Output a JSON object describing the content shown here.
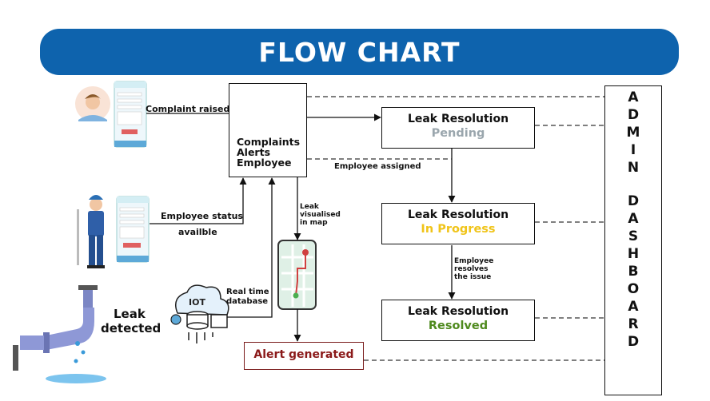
{
  "banner": {
    "title": "FLOW CHART",
    "color": "#0e63ad"
  },
  "hub": {
    "label": "Complaints\nAlerts\nEmployee",
    "icon": "database-gear-icon"
  },
  "statuses": [
    {
      "title": "Leak Resolution",
      "state": "Pending",
      "state_color": "#9aa6ad"
    },
    {
      "title": "Leak Resolution",
      "state": "In Progress",
      "state_color": "#f0c419"
    },
    {
      "title": "Leak Resolution",
      "state": "Resolved",
      "state_color": "#4f8a1e"
    }
  ],
  "admin": {
    "letters": [
      "A",
      "D",
      "M",
      "I",
      "N",
      "",
      "D",
      "A",
      "S",
      "H",
      "B",
      "O",
      "A",
      "R",
      "D"
    ],
    "icon": "monitor-analytics-icon"
  },
  "alert": {
    "label": "Alert generated",
    "color": "#8b1a1a"
  },
  "labels": {
    "complaint_raised": "Complaint raised",
    "employee_status_1": "Employee status",
    "employee_status_2": "availble",
    "leak": "Leak",
    "detected": "detected",
    "realtime_1": "Real time",
    "realtime_2": "database",
    "leak_visualised_1": "Leak",
    "leak_visualised_2": "visualised",
    "leak_visualised_3": "in map",
    "employee_assigned": "Employee assigned",
    "employee_resolves_1": "Employee",
    "employee_resolves_2": "resolves",
    "employee_resolves_3": "the issue"
  },
  "iot": {
    "label": "IOT"
  },
  "illustrations": {
    "citizen": "person-avatar-icon",
    "employee": "worker-icon",
    "pipe": "leaking-pipe-icon",
    "phone_map": "phone-map-icon",
    "form": "mobile-form-icon"
  }
}
